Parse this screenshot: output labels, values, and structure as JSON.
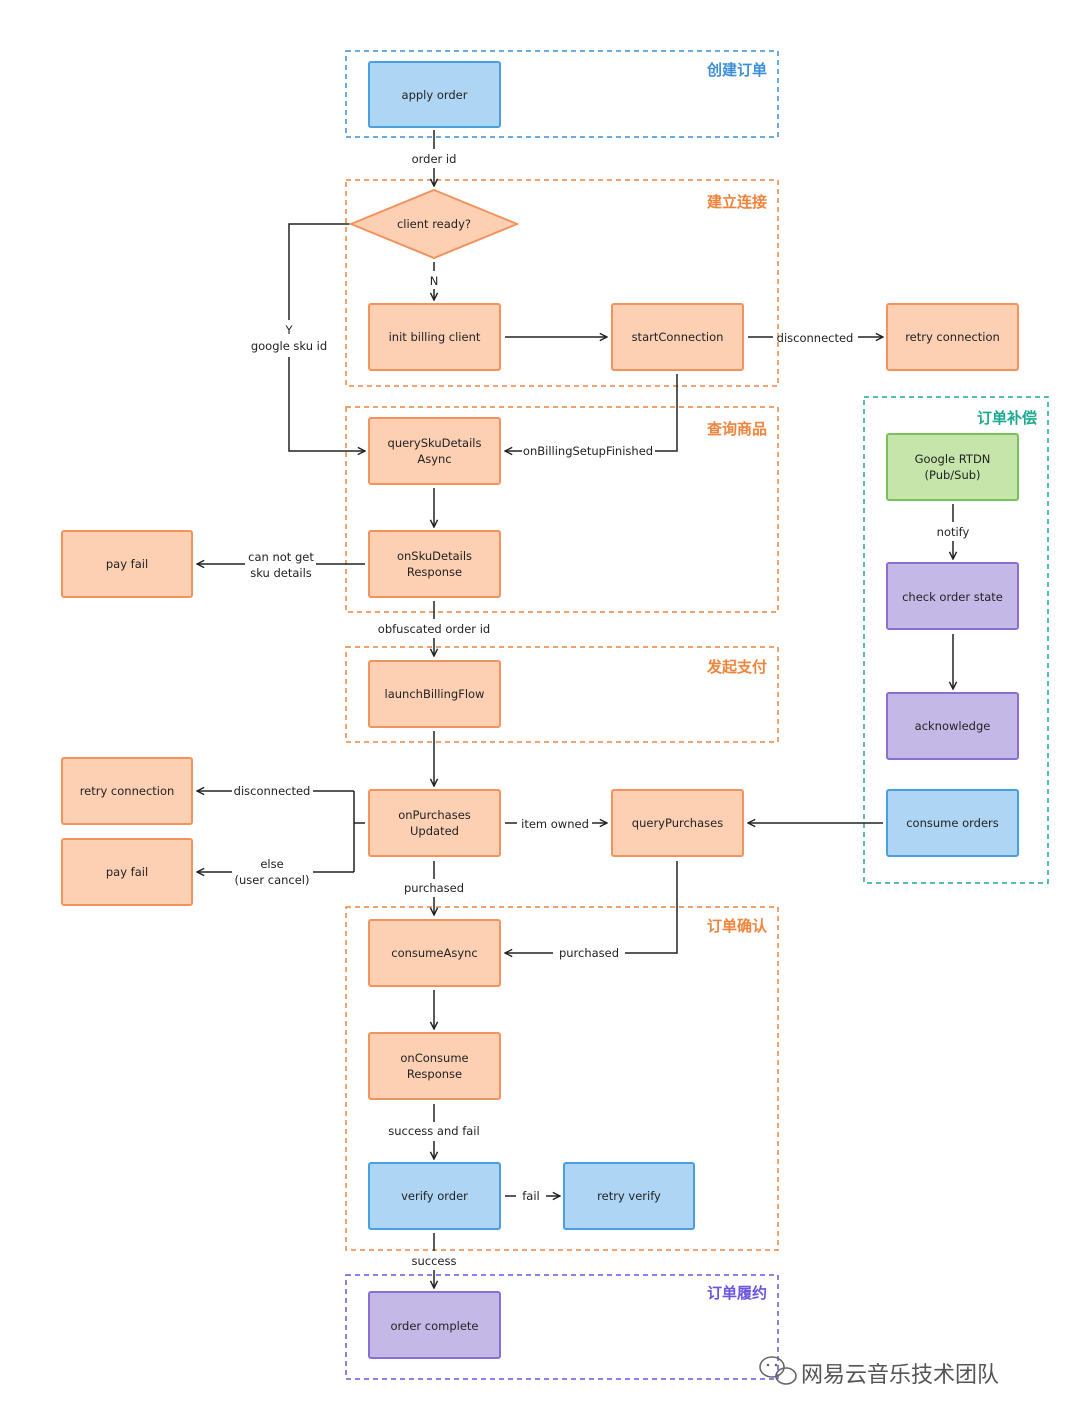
{
  "colors": {
    "orange_fill": "#fdd0b4",
    "orange_stroke": "#f2925c",
    "blue_fill": "#aed6f4",
    "blue_stroke": "#4a9fe0",
    "green_fill": "#c5e5aa",
    "green_stroke": "#7bc15a",
    "purple_fill": "#c4b9e6",
    "purple_stroke": "#8a6ed1",
    "group_blue": "#3c8fd8",
    "group_orange": "#f0843c",
    "group_teal": "#1eaa90",
    "group_purple": "#6c54e0",
    "line": "#222222"
  },
  "groups": {
    "create_order": "创建订单",
    "connect": "建立连接",
    "query_product": "查询商品",
    "pay": "发起支付",
    "confirm": "订单确认",
    "fulfill": "订单履约",
    "compensate": "订单补偿"
  },
  "nodes": {
    "apply_order": "apply order",
    "client_ready": "client ready?",
    "init_billing": "init billing client",
    "start_connection": "startConnection",
    "retry_connection_1": "retry connection",
    "query_sku_1": "querySkuDetails",
    "query_sku_2": "Async",
    "on_sku_1": "onSkuDetails",
    "on_sku_2": "Response",
    "pay_fail_1": "pay fail",
    "launch_billing": "launchBillingFlow",
    "retry_connection_2": "retry connection",
    "pay_fail_2": "pay fail",
    "on_purchases_1": "onPurchases",
    "on_purchases_2": "Updated",
    "query_purchases": "queryPurchases",
    "consume_async": "consumeAsync",
    "on_consume_1": "onConsume",
    "on_consume_2": "Response",
    "verify_order": "verify order",
    "retry_verify": "retry verify",
    "order_complete": "order complete",
    "google_rtdn_1": "Google RTDN",
    "google_rtdn_2": "(Pub/Sub)",
    "check_order_state": "check order state",
    "acknowledge": "acknowledge",
    "consume_orders": "consume orders"
  },
  "edges": {
    "order_id": "order id",
    "n": "N",
    "y": "Y",
    "google_sku_id": "google sku id",
    "disconnected_1": "disconnected",
    "on_billing_setup": "onBillingSetupFinished",
    "cannot_get_1": "can not get",
    "cannot_get_2": "sku details",
    "obfuscated": "obfuscated order id",
    "disconnected_2": "disconnected",
    "else_1": "else",
    "else_2": "(user cancel)",
    "item_owned": "item owned",
    "purchased_1": "purchased",
    "purchased_2": "purchased",
    "success_and_fail": "success and fail",
    "fail": "fail",
    "success": "success",
    "notify": "notify"
  },
  "watermark": "网易云音乐技术团队"
}
